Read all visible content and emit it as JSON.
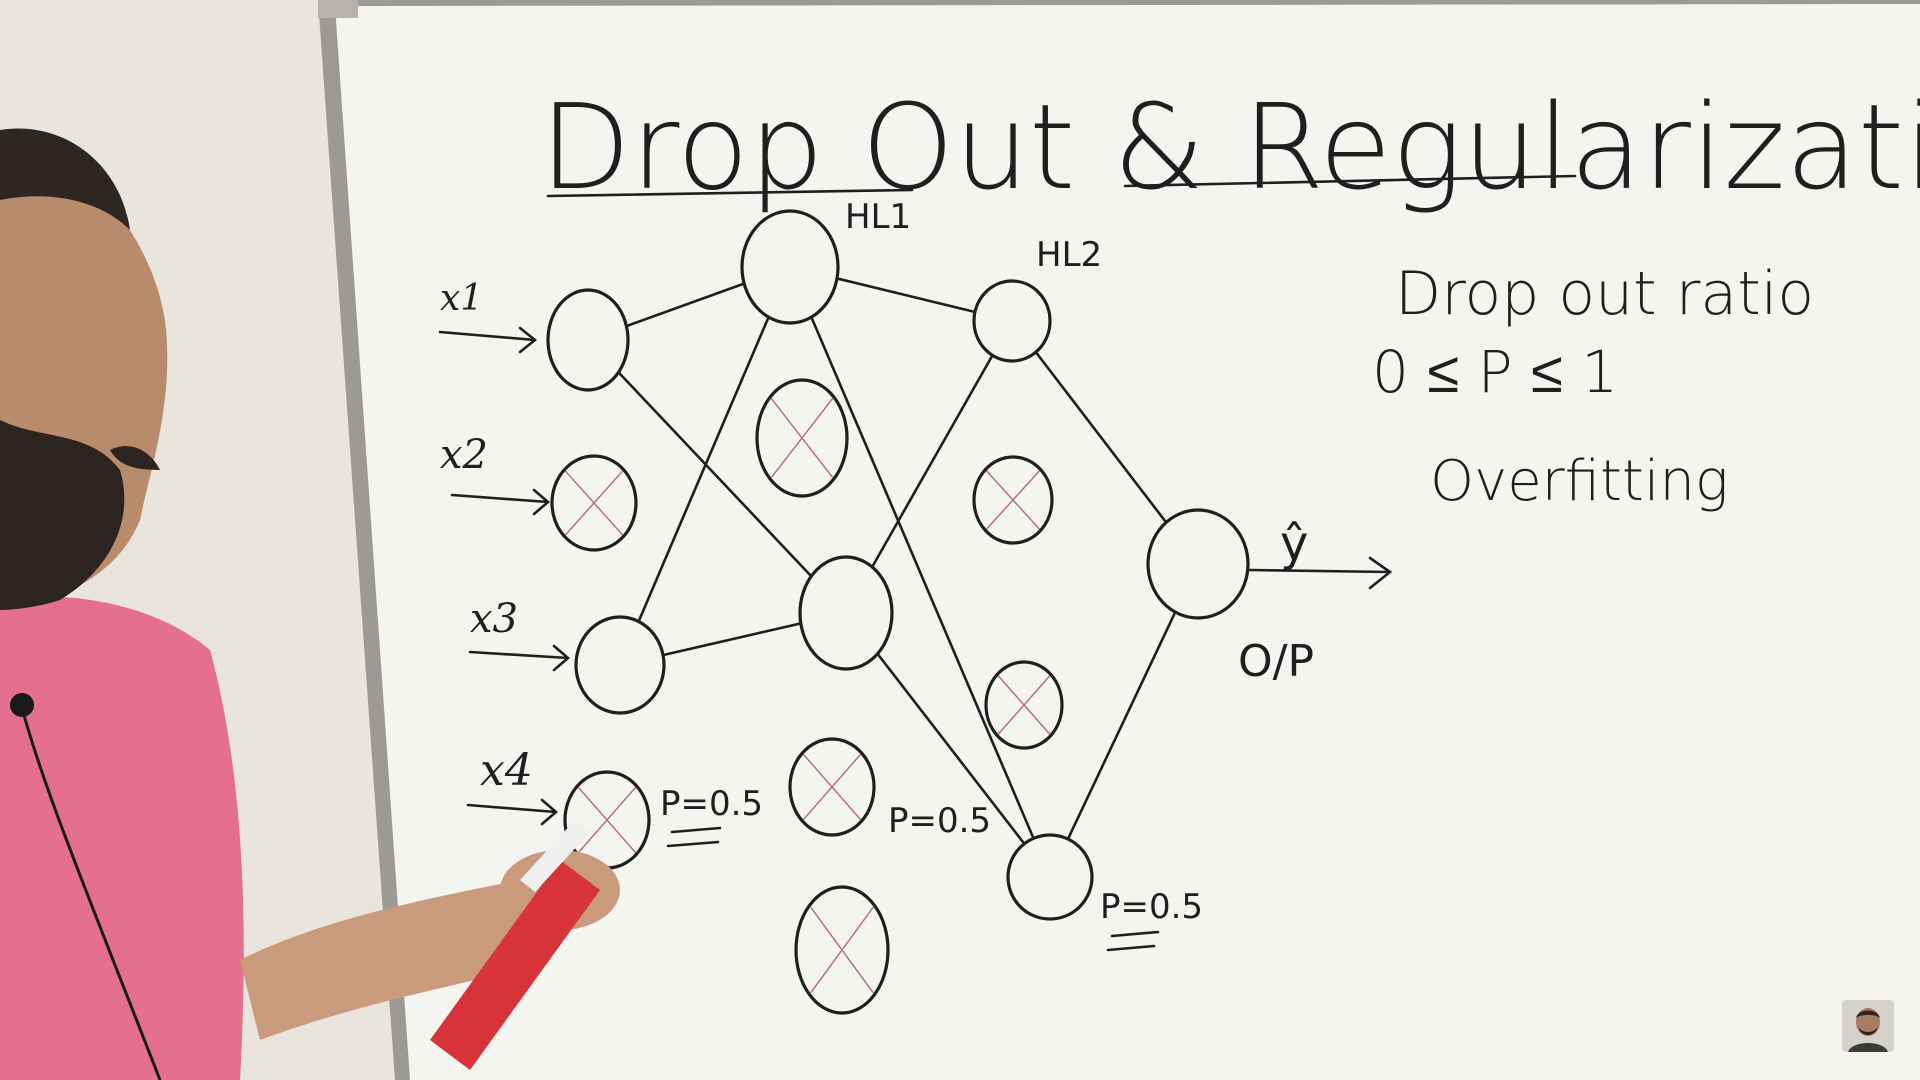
{
  "title": "Drop Out & Regularization",
  "layers": {
    "input_labels": [
      "x1",
      "x2",
      "x3",
      "x4"
    ],
    "hidden1_label": "HL1",
    "hidden2_label": "HL2",
    "output_label": "O/P",
    "output_symbol": "ŷ"
  },
  "dropout_labels": {
    "input": "P=0.5",
    "hidden1": "P=0.5",
    "hidden2": "P=0.5"
  },
  "notes": {
    "line1": "Drop out ratio",
    "line2": "0 ≤ P ≤ 1",
    "line3": "Overfitting"
  },
  "nodes": {
    "input": [
      {
        "id": "x1",
        "dropped": false
      },
      {
        "id": "x2",
        "dropped": true
      },
      {
        "id": "x3",
        "dropped": false
      },
      {
        "id": "x4",
        "dropped": true
      }
    ],
    "hidden1": [
      {
        "id": "h1a",
        "dropped": false
      },
      {
        "id": "h1b",
        "dropped": true
      },
      {
        "id": "h1c",
        "dropped": false
      },
      {
        "id": "h1d",
        "dropped": true
      },
      {
        "id": "h1e",
        "dropped": true
      }
    ],
    "hidden2": [
      {
        "id": "h2a",
        "dropped": false
      },
      {
        "id": "h2b",
        "dropped": true
      },
      {
        "id": "h2c",
        "dropped": true
      },
      {
        "id": "h2d",
        "dropped": false
      }
    ],
    "output": [
      {
        "id": "out",
        "dropped": false
      }
    ]
  },
  "edges": [
    [
      "x1",
      "h1a"
    ],
    [
      "x1",
      "h1c"
    ],
    [
      "x3",
      "h1a"
    ],
    [
      "x3",
      "h1c"
    ],
    [
      "h1a",
      "h2a"
    ],
    [
      "h1a",
      "h2d"
    ],
    [
      "h1c",
      "h2a"
    ],
    [
      "h1c",
      "h2d"
    ],
    [
      "h2a",
      "out"
    ],
    [
      "h2d",
      "out"
    ]
  ],
  "colors": {
    "ink": "#1f1f1f",
    "board": "#f4f4f1",
    "cross_mark": "#b06d74",
    "shirt": "#e46f8f",
    "wall": "#e9e5dc"
  }
}
